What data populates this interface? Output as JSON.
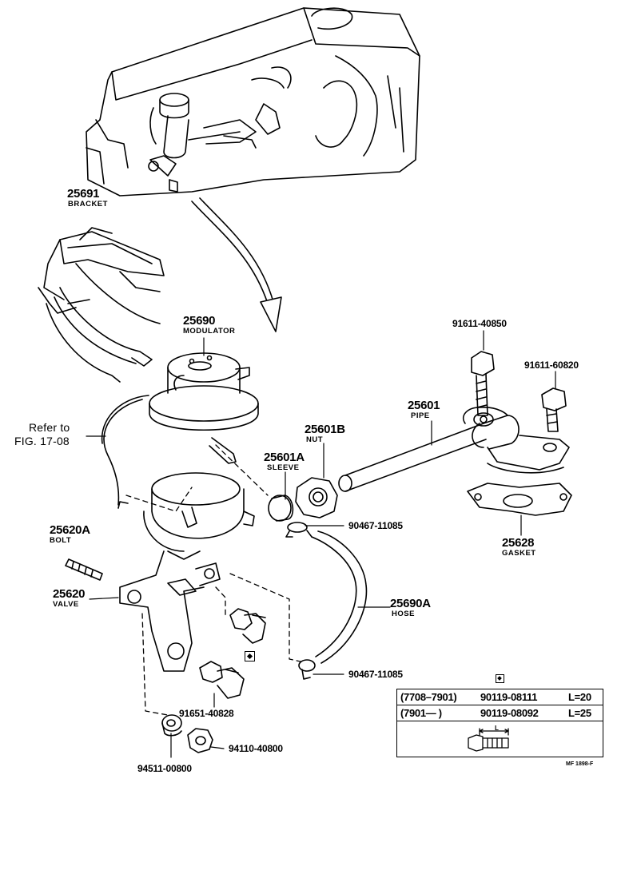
{
  "labels": {
    "bracket": {
      "number": "25691",
      "name": "BRACKET"
    },
    "modulator": {
      "number": "25690",
      "name": "MODULATOR"
    },
    "refer": {
      "line1": "Refer to",
      "line2": "FIG. 17-08"
    },
    "sleeve": {
      "number": "25601A",
      "name": "SLEEVE"
    },
    "nut": {
      "number": "25601B",
      "name": "NUT"
    },
    "pipe": {
      "number": "25601",
      "name": "PIPE"
    },
    "bolt_top": "91611-40850",
    "bolt_right": "91611-60820",
    "gasket": {
      "number": "25628",
      "name": "GASKET"
    },
    "clamp_upper": "90467-11085",
    "clamp_lower": "90467-11085",
    "bolt_left": {
      "number": "25620A",
      "name": "BOLT"
    },
    "valve": {
      "number": "25620",
      "name": "VALVE"
    },
    "hose": {
      "number": "25690A",
      "name": "HOSE"
    },
    "bolt_lower": "91651-40828",
    "washer": "94511-00800",
    "hex_nut": "94110-40800",
    "figure_code": "MF  1898-F"
  },
  "spec_table": {
    "rows": [
      {
        "period": "(7708–7901)",
        "part": "90119-08111",
        "length": "L=20"
      },
      {
        "period": "(7901—        )",
        "part": "90119-08092",
        "length": "L=25"
      }
    ],
    "dimension_label": "L"
  }
}
